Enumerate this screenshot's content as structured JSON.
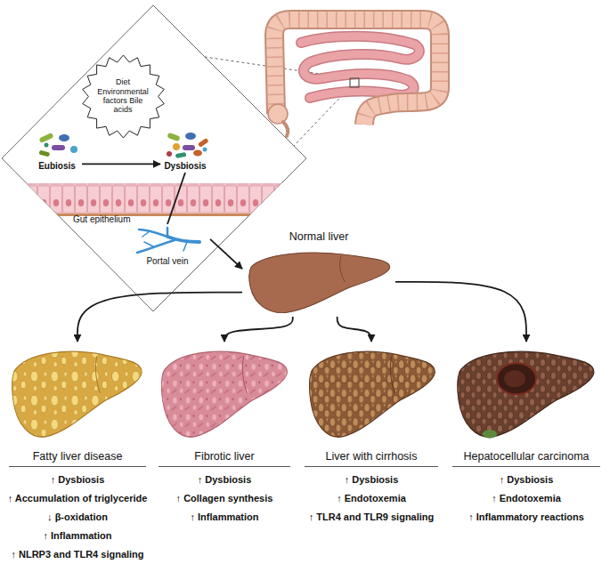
{
  "diagram": {
    "nodes": [
      {
        "text": [
          "Diet Environmental factors Bile acids"
        ]
      },
      {
        "text": [
          "Eubiosis"
        ]
      },
      {
        "text": [
          "Dysbiosis"
        ]
      },
      {
        "text": [
          "Portal vein"
        ]
      },
      {
        "text": [
          "Normal liver"
        ]
      },
      {
        "text": [
          "Fatty liver disease",
          "↑ Dysbiosis",
          "↑ Accumulation of triglyceride",
          "↓ β-oxidation",
          "↑ Inflammation",
          "↑ NLRP3 and TLR4 signaling"
        ]
      },
      {
        "text": [
          "Fibrotic liver",
          "↑ Dysbiosis",
          "↑ Collagen synthesis",
          "↑ Inflammation"
        ]
      },
      {
        "text": [
          "Liver with cirrhosis",
          "↑ Dysbiosis",
          "↑ Endotoxemia",
          "↑ TLR4 and TLR9 signaling"
        ]
      },
      {
        "text": [
          "Hepatocellular carcinoma",
          "↑ Dysbiosis",
          "↑ Endotoxemia",
          "↑ Inflammatory reactions"
        ]
      }
    ],
    "edges": [
      {
        "from": 1,
        "to": 2,
        "arrow": "to"
      },
      {
        "from": 2,
        "to": 3,
        "arrow": "none"
      },
      {
        "from": 3,
        "to": 4,
        "arrow": "to"
      },
      {
        "from": 4,
        "to": 5,
        "arrow": "to"
      },
      {
        "from": 4,
        "to": 6,
        "arrow": "to"
      },
      {
        "from": 4,
        "to": 7,
        "arrow": "to"
      },
      {
        "from": 4,
        "to": 8,
        "arrow": "to"
      }
    ],
    "labels": [
      "Gut epithelium"
    ]
  }
}
